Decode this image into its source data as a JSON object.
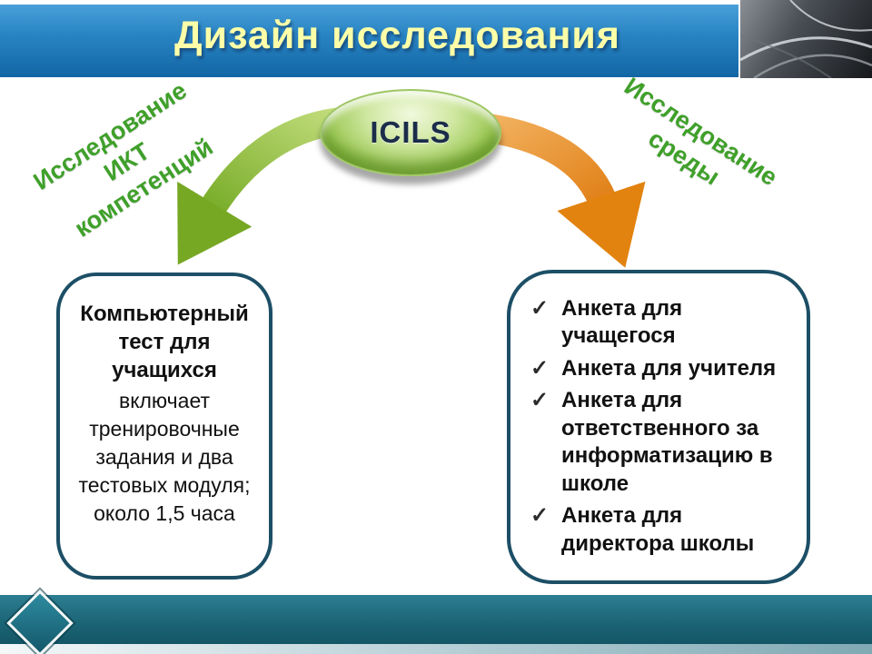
{
  "slide_title": "Дизайн исследования",
  "center": {
    "label": "ICILS"
  },
  "left_branch": {
    "lines": [
      "Исследование",
      "ИКТ",
      "компетенций"
    ]
  },
  "right_branch": {
    "lines": [
      "Исследование",
      "среды"
    ]
  },
  "left_box": {
    "heading": "Компьютерный тест для учащихся",
    "body": "включает тренировочные задания и  два тестовых модуля; около 1,5 часа"
  },
  "right_box": {
    "checkmark": "✓",
    "items": [
      "Анкета для учащегося",
      "Анкета для учителя",
      "Анкета для ответственного за информатизацию в школе",
      "Анкета для директора школы"
    ]
  },
  "colors": {
    "header_blue": "#2a85c4",
    "title_yellow": "#fdffa8",
    "branch_green": "#3fa02a",
    "arrow_green": "#7fb32a",
    "arrow_orange": "#e8891c",
    "box_border": "#1c4f66",
    "footer_teal": "#1a6375"
  }
}
